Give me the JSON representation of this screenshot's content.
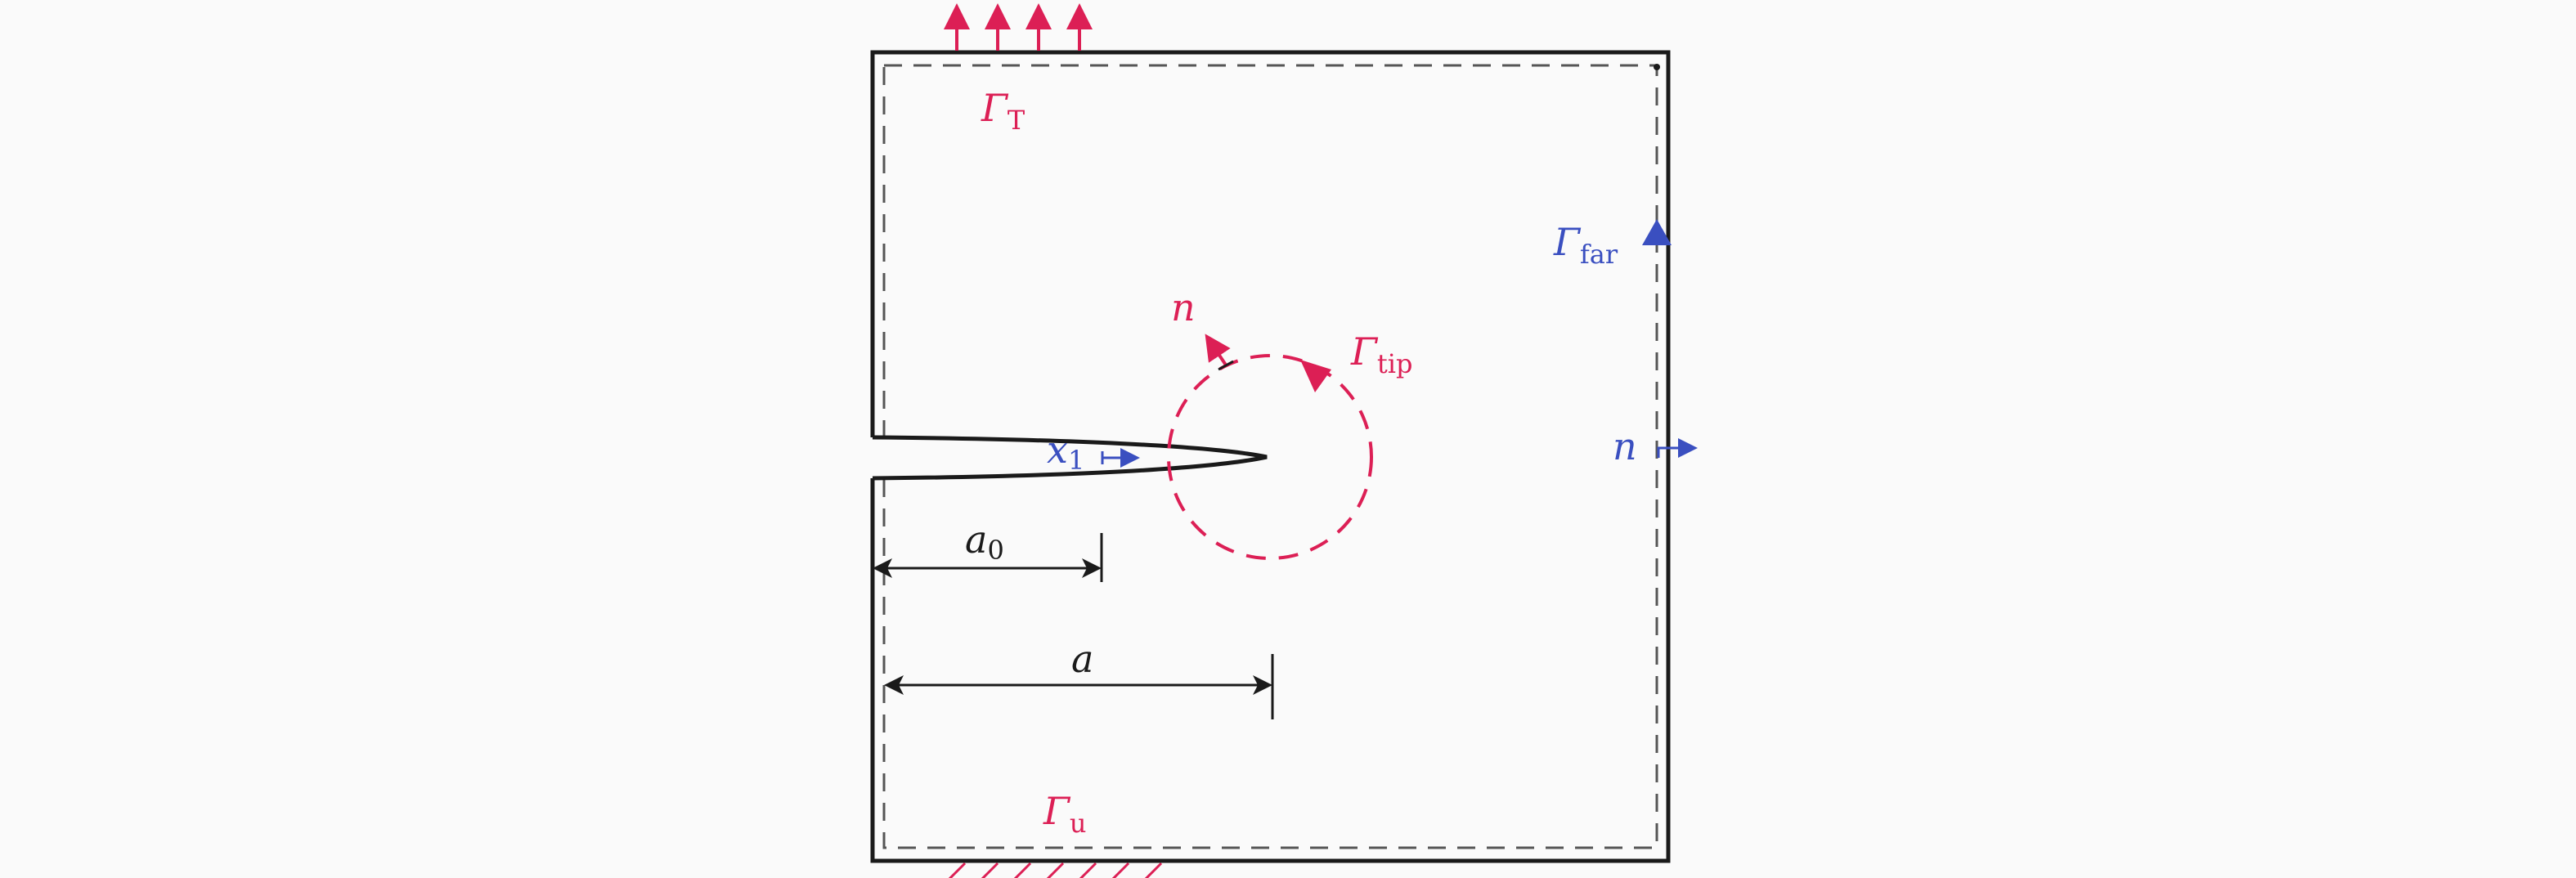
{
  "colors": {
    "red": "#dc1f55",
    "blue": "#3a4fc0",
    "black": "#1a1a1a",
    "dash": "#555555",
    "background": "#fafafa"
  },
  "labels": {
    "gamma_t": {
      "main": "Γ",
      "sub": "T"
    },
    "gamma_far": {
      "main": "Γ",
      "sub": "far"
    },
    "gamma_tip": {
      "main": "Γ",
      "sub": "tip"
    },
    "gamma_u": {
      "main": "Γ",
      "sub": "u"
    },
    "normal_tip": "n",
    "normal_far": "n",
    "x1": {
      "main": "x",
      "sub": "1"
    },
    "a0": {
      "main": "a",
      "sub": "0"
    },
    "a": "a"
  }
}
